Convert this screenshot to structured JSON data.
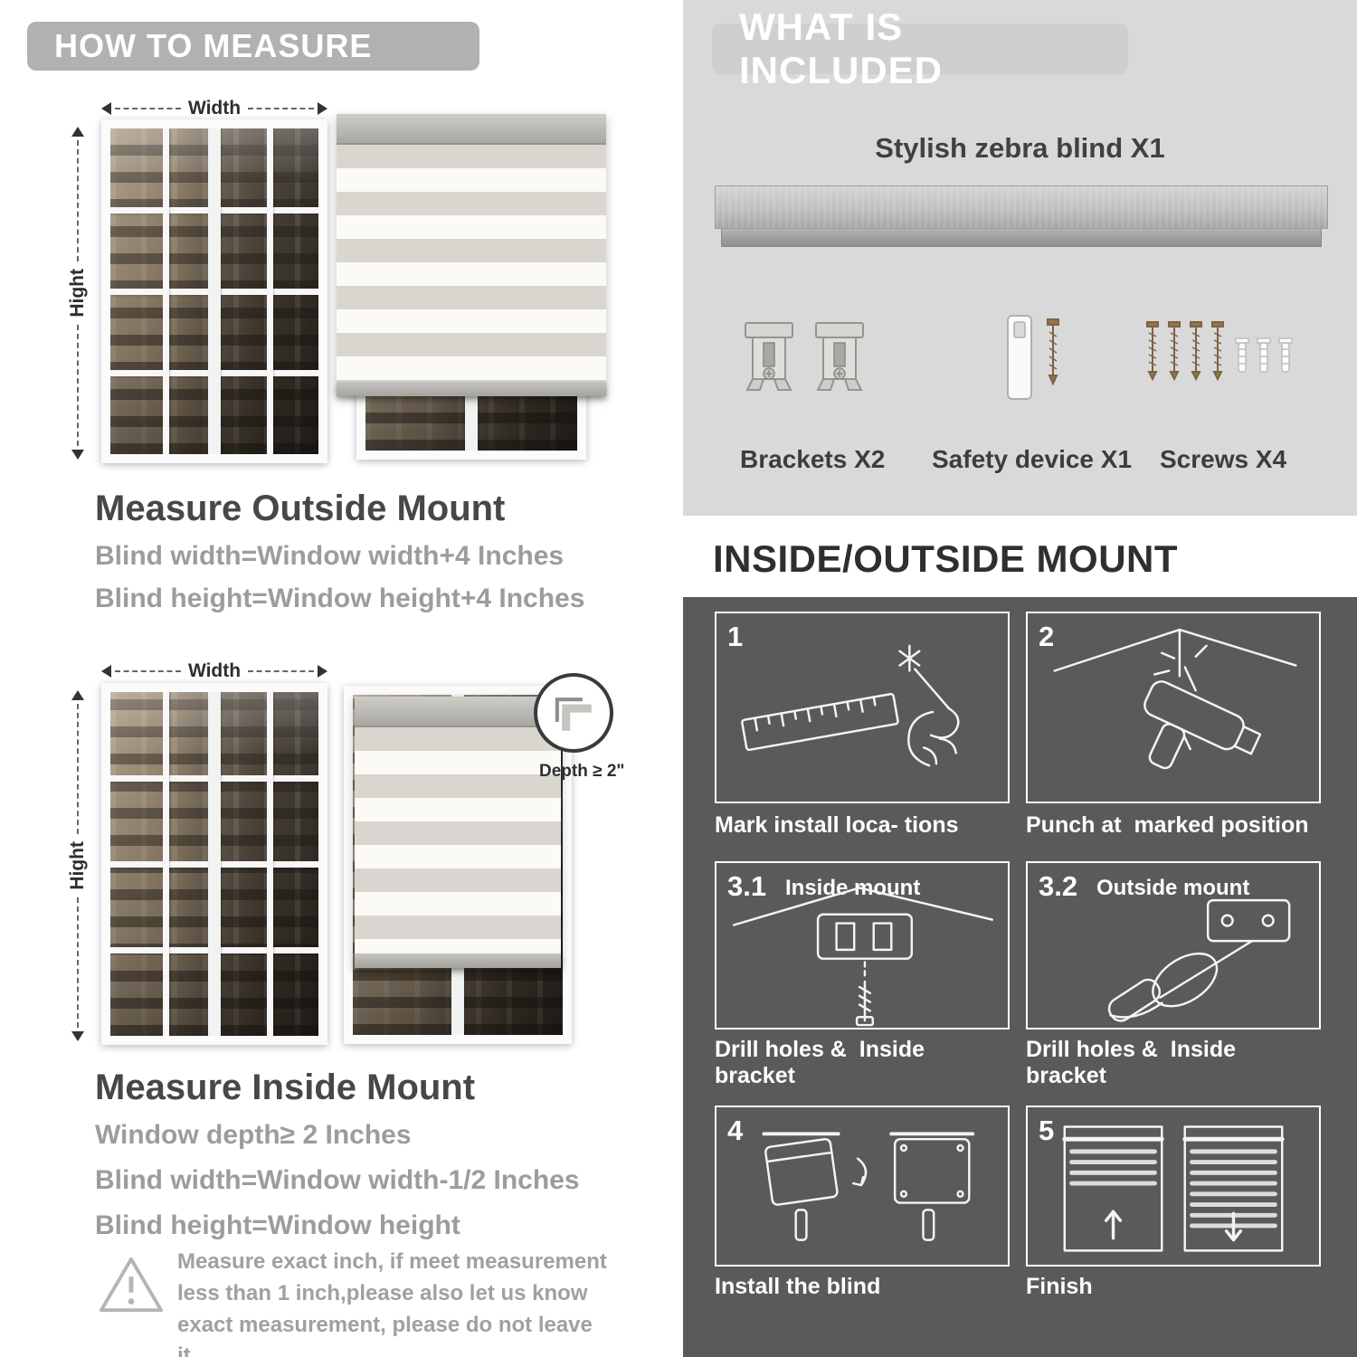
{
  "colors": {
    "header_pill": "#b1b1b1",
    "included_panel": "#d9d9d9",
    "dark_panel": "#5a5a5a",
    "text_dark": "#414141",
    "text_gray": "#9c9c9c"
  },
  "left": {
    "header": "HOW TO MEASURE",
    "outside": {
      "width_label": "Width",
      "height_label": "Hight",
      "title": "Measure Outside Mount",
      "line1": "Blind width=Window width+4 Inches",
      "line2": "Blind height=Window height+4 Inches"
    },
    "inside": {
      "width_label": "Width",
      "height_label": "Hight",
      "depth_label": "Depth ≥ 2\"",
      "title": "Measure Inside Mount",
      "line1": "Window depth≥ 2 Inches",
      "line2": "Blind width=Window width-1/2 Inches",
      "line3": "Blind height=Window height"
    },
    "note": "Measure exact inch, if meet measurement less than 1 inch,please also let us know exact measurement, please do not leave it"
  },
  "right": {
    "included": {
      "header": "WHAT IS INCLUDED",
      "product_label": "Stylish zebra blind X1",
      "items": [
        {
          "label": "Brackets X2"
        },
        {
          "label": "Safety device X1"
        },
        {
          "label": "Screws X4"
        }
      ]
    },
    "mount": {
      "header": "INSIDE/OUTSIDE MOUNT",
      "steps": [
        {
          "num": "1",
          "caption": "Mark install loca- tions"
        },
        {
          "num": "2",
          "caption": "Punch at  marked position"
        },
        {
          "num": "3.1",
          "label": "Inside mount",
          "caption": "Drill holes &  Inside bracket"
        },
        {
          "num": "3.2",
          "label": "Outside mount",
          "caption": "Drill holes &  Inside bracket"
        },
        {
          "num": "4",
          "caption": "Install the blind"
        },
        {
          "num": "5",
          "caption": "Finish"
        }
      ]
    }
  }
}
